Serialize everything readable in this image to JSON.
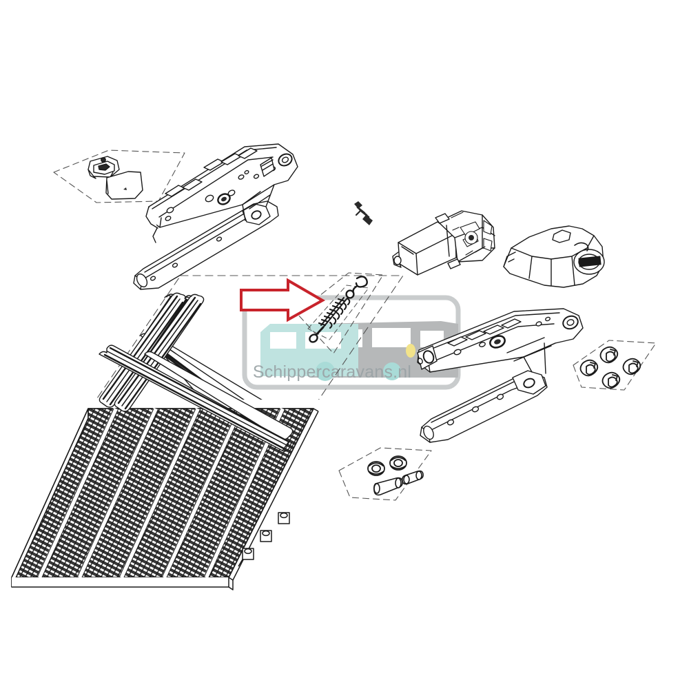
{
  "document": {
    "type": "exploded-parts-diagram",
    "subject": "Electric motorhome entry step assembly",
    "background_color": "#ffffff",
    "line_color": "#1a1a1a",
    "callout_line_style": "dashed"
  },
  "watermark": {
    "text": "Schippercaravans.nl",
    "text_color": "#9aa3a6",
    "frame_color": "#c9cccd",
    "caravan_color": "#bfe3e0",
    "motorhome_color": "#b6b8b9",
    "wheel_color": "#a9dbd7",
    "headlight_color": "#f2e38a",
    "window_color": "#ffffff"
  },
  "highlight": {
    "marker": "red-arrow",
    "color": "#c8232b",
    "fill": "#ffffff",
    "direction": "right",
    "points_at": "tension-spring"
  },
  "parts": [
    {
      "id": "roller-bracket",
      "name": "Roller bracket",
      "group": "callout-top-left"
    },
    {
      "id": "cover-plate",
      "name": "Cover plate",
      "group": "callout-top-left"
    },
    {
      "id": "arm-left",
      "name": "Left articulated step arm",
      "group": "main"
    },
    {
      "id": "bolt-washer",
      "name": "Bolt with washer",
      "group": "fasteners"
    },
    {
      "id": "motor-gearbox",
      "name": "Drive motor with gearbox",
      "group": "drive"
    },
    {
      "id": "motor-cover",
      "name": "Motor cover housing",
      "group": "drive"
    },
    {
      "id": "tension-spring",
      "name": "Tension spring",
      "group": "callout-center",
      "highlighted": true
    },
    {
      "id": "rail-1",
      "name": "Slide rail",
      "group": "rails"
    },
    {
      "id": "rail-2",
      "name": "Slide rail",
      "group": "rails"
    },
    {
      "id": "rail-3",
      "name": "Slide rail",
      "group": "rails"
    },
    {
      "id": "step-tread",
      "name": "Ribbed step tread platform",
      "group": "main"
    },
    {
      "id": "arm-right",
      "name": "Right articulated step arm",
      "group": "main"
    },
    {
      "id": "clip-set",
      "name": "Fastening clips (4x)",
      "group": "callout-right"
    },
    {
      "id": "bushing-set",
      "name": "Bushings and sleeves",
      "group": "callout-bottom"
    }
  ],
  "motor_cover_label": {
    "text": "",
    "color": "#1a1a1a"
  }
}
